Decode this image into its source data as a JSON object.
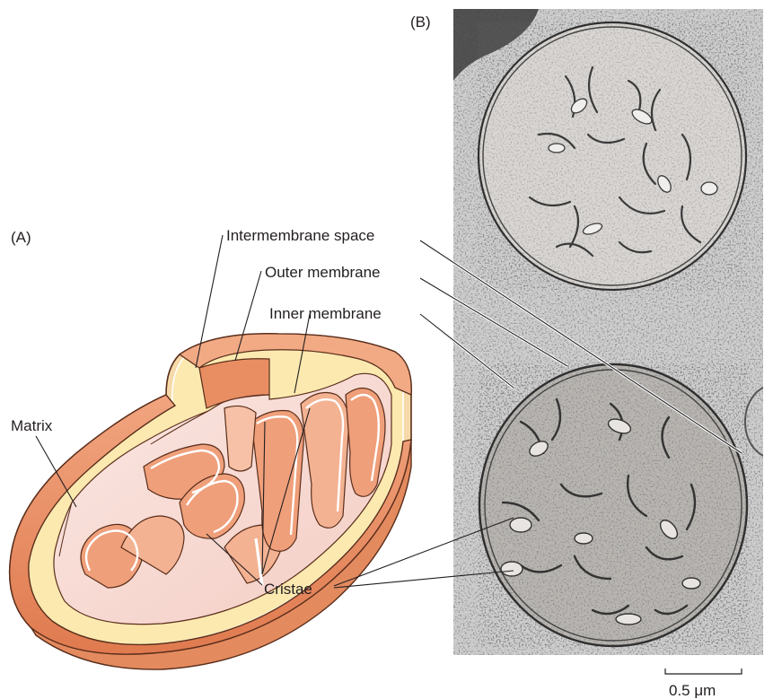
{
  "panels": {
    "a_label": "(A)",
    "b_label": "(B)"
  },
  "labels": {
    "intermembrane_space": "Intermembrane space",
    "outer_membrane": "Outer membrane",
    "inner_membrane": "Inner membrane",
    "matrix": "Matrix",
    "cristae": "Cristae"
  },
  "scale_bar": {
    "label": "0.5 μm",
    "length_um": 0.5
  },
  "colors": {
    "outer_membrane": "#e8875c",
    "intermembrane_space": "#fbe9b0",
    "matrix": "#f8dcd6",
    "crista_fill": "#ef9f7a",
    "shell_shadow": "#d4714a",
    "micrograph_bg": "#c9c9c9",
    "micrograph_dark": "#3a3a3a"
  }
}
